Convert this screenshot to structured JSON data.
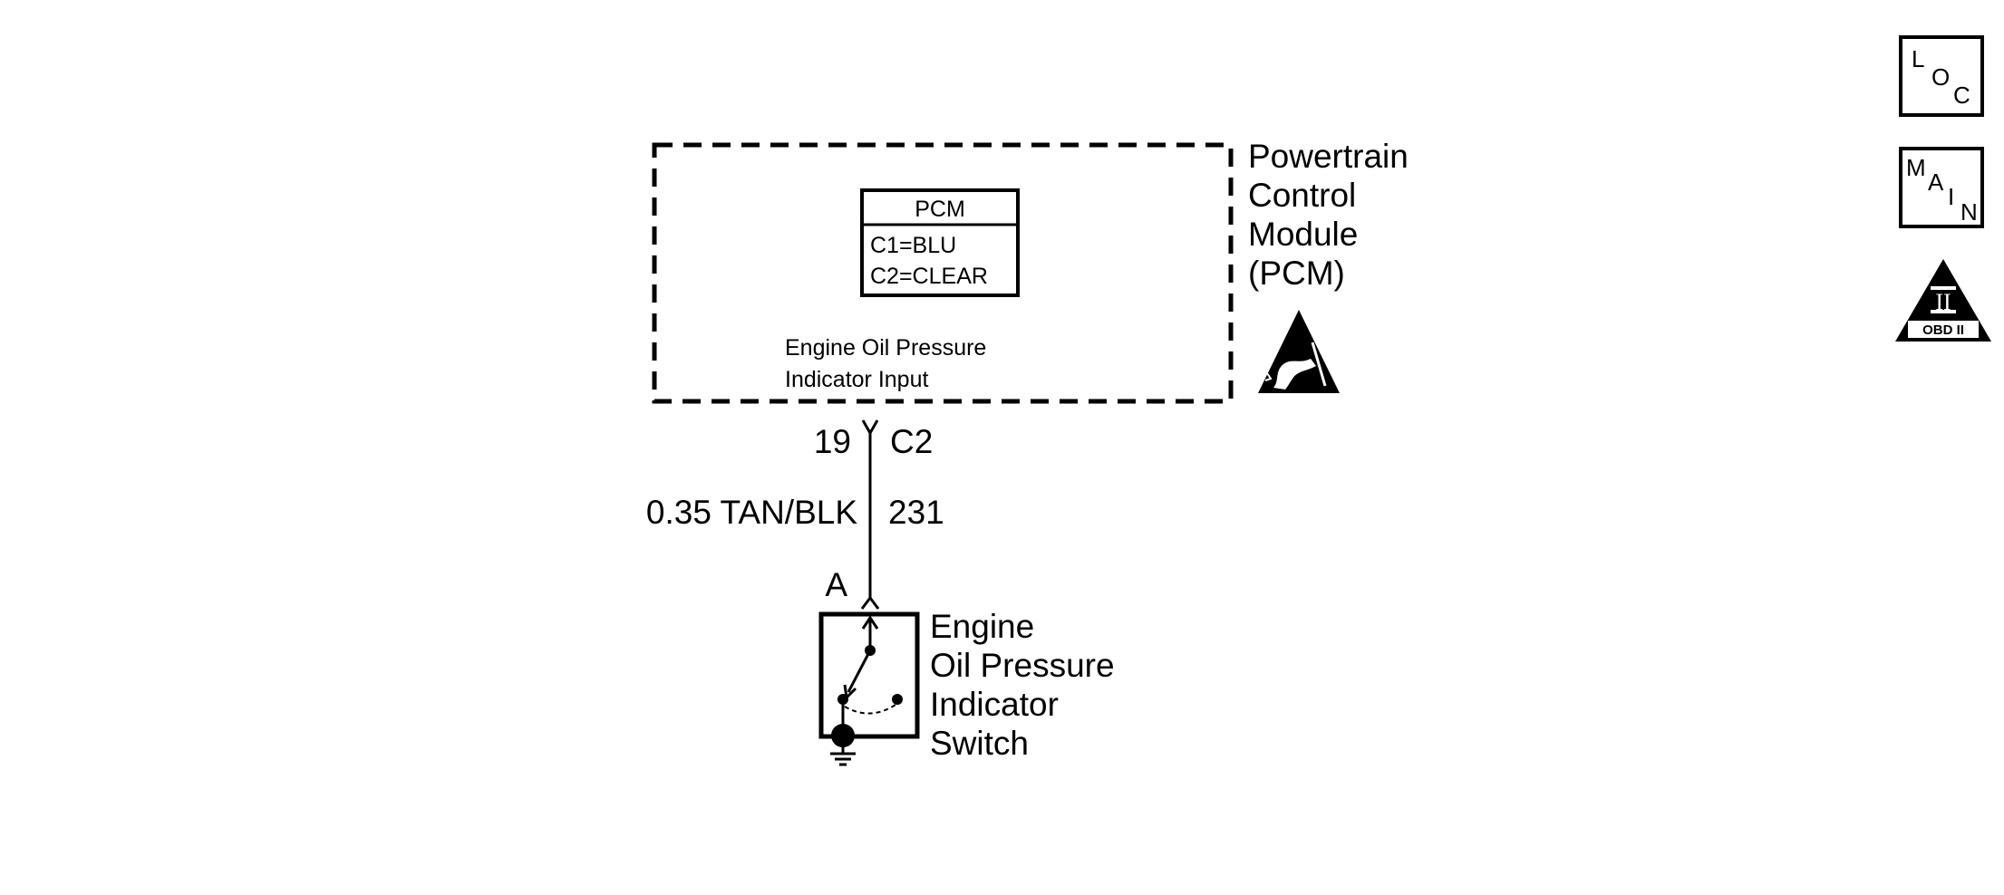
{
  "module": {
    "name_lines": [
      "Powertrain",
      "Control",
      "Module",
      "(PCM)"
    ],
    "pcm_table": {
      "header": "PCM",
      "rows": [
        "C1=BLU",
        "C2=CLEAR"
      ]
    },
    "input_label_lines": [
      "Engine Oil Pressure",
      "Indicator Input"
    ]
  },
  "connector": {
    "pin": "19",
    "connector": "C2"
  },
  "wire": {
    "spec": "0.35 TAN/BLK",
    "circuit": "231"
  },
  "switch": {
    "terminal": "A",
    "name_lines": [
      "Engine",
      "Oil Pressure",
      "Indicator",
      "Switch"
    ]
  },
  "nav_buttons": {
    "loc": [
      "L",
      "O",
      "C"
    ],
    "main": [
      "M",
      "A",
      "I",
      "N"
    ],
    "obd": {
      "roman": "II",
      "label": "OBD II"
    }
  },
  "icons": {
    "esd": "electrostatic-discharge-warning-icon",
    "obd": "obd-ii-icon"
  }
}
